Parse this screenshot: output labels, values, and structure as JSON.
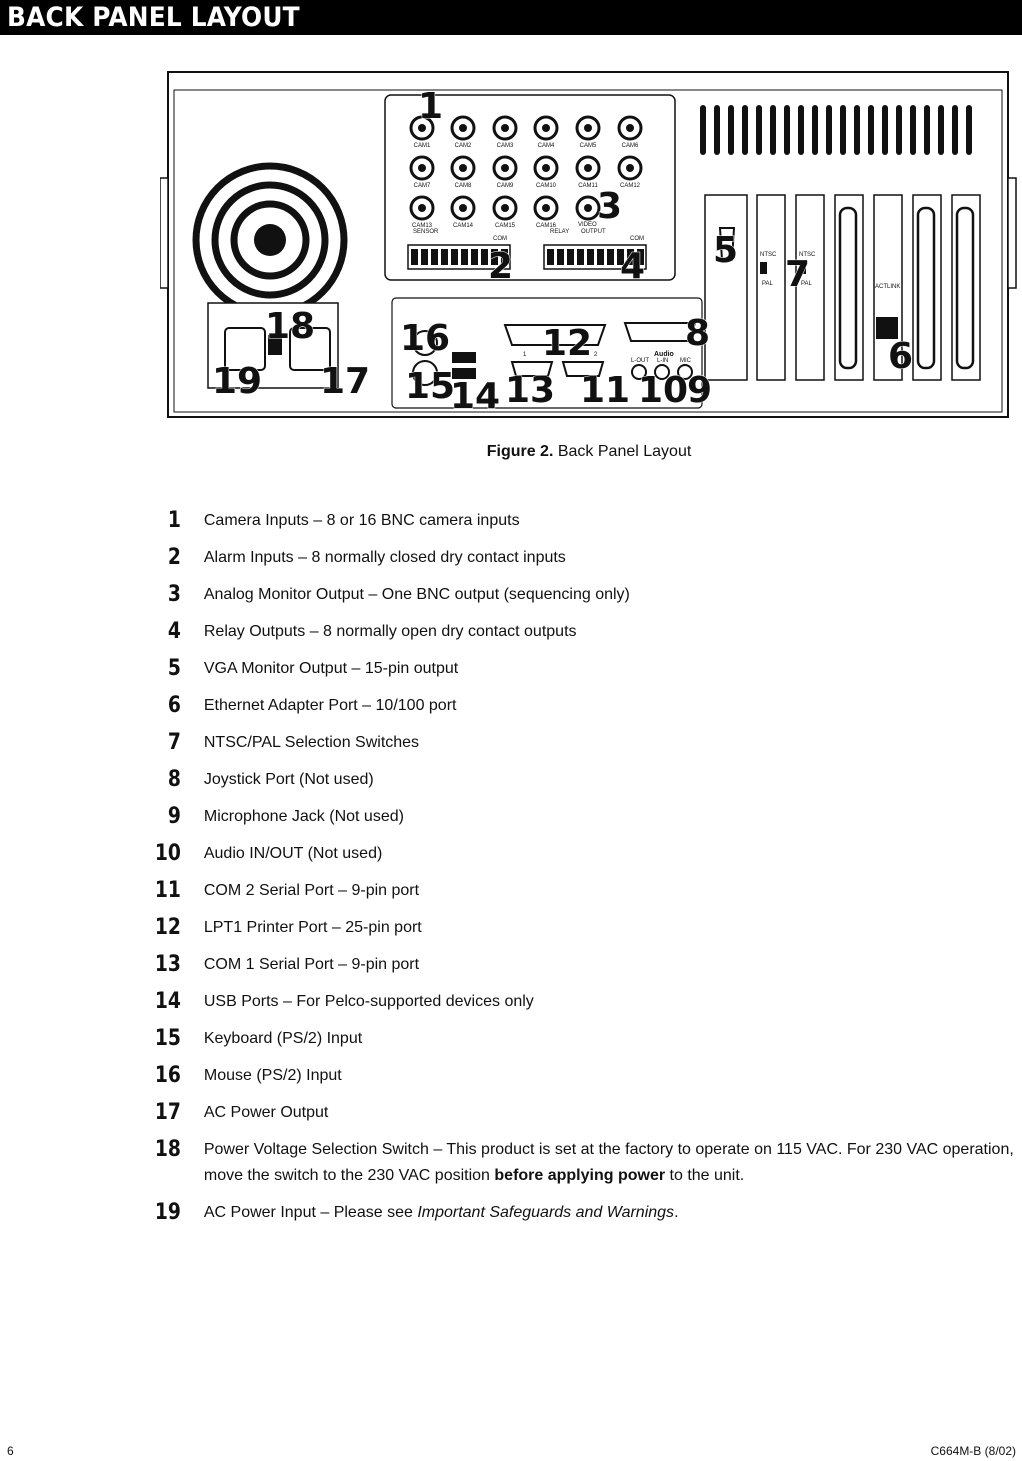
{
  "header": {
    "title": "BACK PANEL LAYOUT"
  },
  "figure": {
    "caption_label": "Figure 2.",
    "caption_text": "Back Panel Layout",
    "cam_labels": [
      "CAM1",
      "CAM2",
      "CAM3",
      "CAM4",
      "CAM5",
      "CAM6",
      "CAM7",
      "CAM8",
      "CAM9",
      "CAM10",
      "CAM11",
      "CAM12",
      "CAM13",
      "CAM14",
      "CAM15",
      "CAM16"
    ],
    "panel_labels": {
      "sensor": "SENSOR",
      "relay": "RELAY",
      "video_output": "VIDEO OUTPUT",
      "video": "VIDEO",
      "output": "OUTPUT",
      "com": "COM",
      "ntsc": "NTSC",
      "pal": "PAL",
      "act": "ACT",
      "link": "LINK",
      "audio": "Audio",
      "l_out": "L-OUT",
      "l_in": "L-IN",
      "mic": "MIC",
      "port1": "1",
      "port2": "2"
    },
    "callouts": [
      "1",
      "2",
      "3",
      "4",
      "5",
      "6",
      "7",
      "8",
      "9",
      "10",
      "11",
      "12",
      "13",
      "14",
      "15",
      "16",
      "17",
      "18",
      "19"
    ]
  },
  "items": [
    {
      "num": "1",
      "text": "Camera Inputs – 8 or 16 BNC camera inputs"
    },
    {
      "num": "2",
      "text": "Alarm Inputs – 8 normally closed dry contact inputs"
    },
    {
      "num": "3",
      "text": "Analog Monitor Output – One BNC output (sequencing only)"
    },
    {
      "num": "4",
      "text": "Relay Outputs – 8 normally open dry contact outputs"
    },
    {
      "num": "5",
      "text": "VGA Monitor Output – 15-pin output"
    },
    {
      "num": "6",
      "text": "Ethernet Adapter Port – 10/100 port"
    },
    {
      "num": "7",
      "text": "NTSC/PAL Selection Switches"
    },
    {
      "num": "8",
      "text": "Joystick Port (Not used)"
    },
    {
      "num": "9",
      "text": "Microphone Jack (Not used)"
    },
    {
      "num": "10",
      "text": "Audio IN/OUT (Not used)"
    },
    {
      "num": "11",
      "text": "COM 2 Serial Port – 9-pin port"
    },
    {
      "num": "12",
      "text": "LPT1 Printer Port – 25-pin port"
    },
    {
      "num": "13",
      "text": "COM 1 Serial Port – 9-pin port"
    },
    {
      "num": "14",
      "text": "USB Ports – For Pelco-supported devices only"
    },
    {
      "num": "15",
      "text": "Keyboard (PS/2) Input"
    },
    {
      "num": "16",
      "text": "Mouse (PS/2) Input"
    },
    {
      "num": "17",
      "text": "AC Power Output"
    }
  ],
  "item18": {
    "num": "18",
    "text_a": "Power Voltage Selection Switch – This product is set at the factory to operate on 115 VAC. For 230 VAC operation, move the switch to the 230 VAC position ",
    "text_bold": "before applying power",
    "text_b": " to the unit."
  },
  "item19": {
    "num": "19",
    "text_a": "AC Power Input – Please see ",
    "text_italic": "Important Safeguards and Warnings",
    "text_b": "."
  },
  "footer": {
    "page_number": "6",
    "doc_code": "C664M-B (8/02)"
  }
}
